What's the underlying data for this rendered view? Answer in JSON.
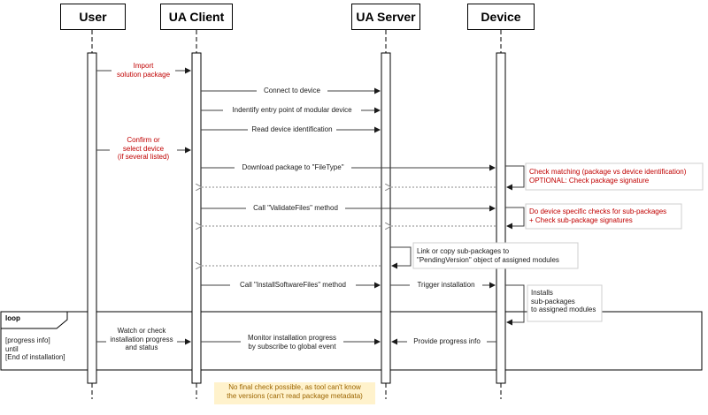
{
  "actors": {
    "user": "User",
    "ua_client": "UA Client",
    "ua_server": "UA Server",
    "device": "Device"
  },
  "messages": {
    "import": "Import\nsolution package",
    "connect": "Connect to device",
    "identify": "Indentify entry point of modular device",
    "read_id": "Read device identification",
    "confirm": "Confirm or\nselect device\n(if several listed)",
    "download": "Download package to \"FileType\"",
    "check_matching": "Check matching (package vs device identification)\nOPTIONAL: Check package signature",
    "validate": "Call  \"ValidateFiles\" method",
    "device_checks": "Do device specific checks for sub-packages\n+ Check sub-package signatures",
    "link_copy": "Link or copy sub-packages to\n\"PendingVersion\" object of assigned modules",
    "install_call": "Call  \"InstallSoftwareFiles\" method",
    "trigger": "Trigger installation",
    "installs": "Installs\nsub-packages\nto assigned modules",
    "watch": "Watch or check\ninstallation progress\nand status",
    "monitor": "Monitor installation progress\nby subscribe to global event",
    "provide": "Provide progress info"
  },
  "loop": {
    "label": "loop",
    "guard": "[progress info]\nuntil\n[End of installation]"
  },
  "note": {
    "text": "No final check possible, as tool can't know\nthe versions (can't read package metadata)"
  },
  "colors": {
    "red_text": "#c00000",
    "note_fill": "#fff2cc",
    "note_text": "#9c6500",
    "arrow": "#404040"
  }
}
